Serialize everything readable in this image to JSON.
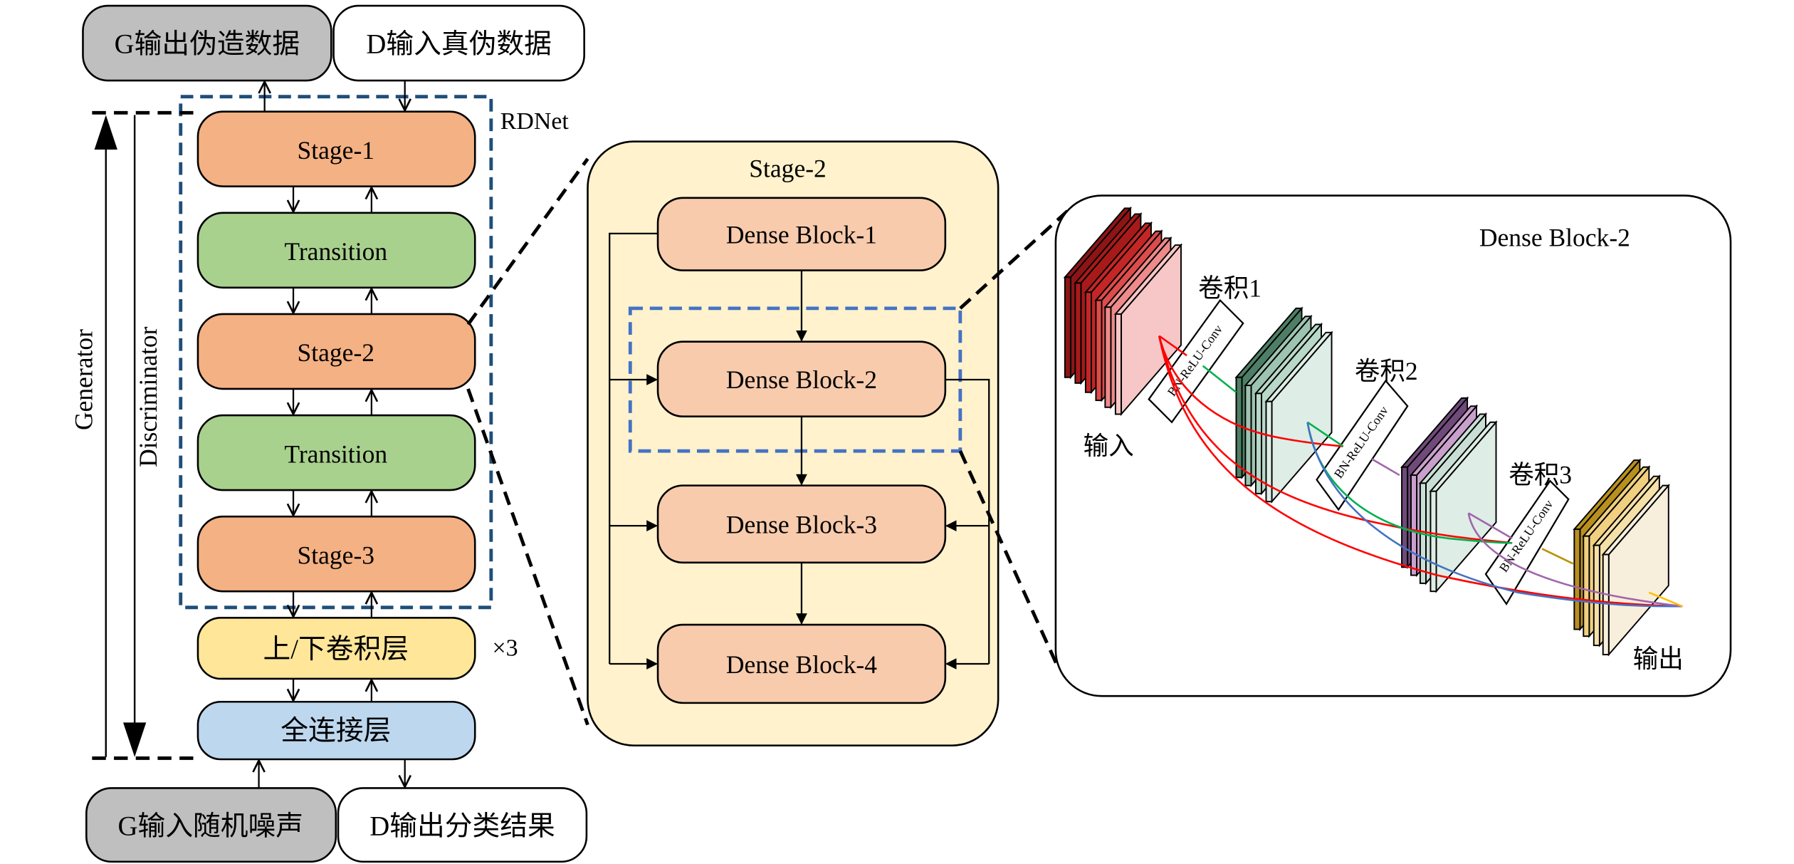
{
  "left": {
    "top_gray": "G输出伪造数据",
    "top_white": "D输入真伪数据",
    "rdnet_label": "RDNet",
    "blocks": [
      "Stage-1",
      "Transition",
      "Stage-2",
      "Transition",
      "Stage-3"
    ],
    "conv_layer": "上/下卷积层",
    "repeat": "×3",
    "fc_layer": "全连接层",
    "bottom_gray": "G输入随机噪声",
    "bottom_white": "D输出分类结果",
    "generator": "Generator",
    "discriminator": "Discriminator"
  },
  "middle": {
    "title": "Stage-2",
    "blocks": [
      "Dense Block-1",
      "Dense Block-2",
      "Dense Block-3",
      "Dense Block-4"
    ]
  },
  "right": {
    "title": "Dense Block-2",
    "conv1": "卷积1",
    "conv2": "卷积2",
    "conv3": "卷积3",
    "op_label": "BN-ReLU-Conv",
    "input": "输入",
    "output": "输出"
  },
  "colors": {
    "stage": "#f4b183",
    "transition": "#a9d18e",
    "conv_layer": "#ffe699",
    "fc_layer": "#bdd7ee",
    "gray_box": "#bfbfbf",
    "stage2_panel": "#fff2cc",
    "dense_block": "#f8cbad",
    "rdnet_dash": "#1f4e79",
    "dense_dash": "#4472c4"
  }
}
